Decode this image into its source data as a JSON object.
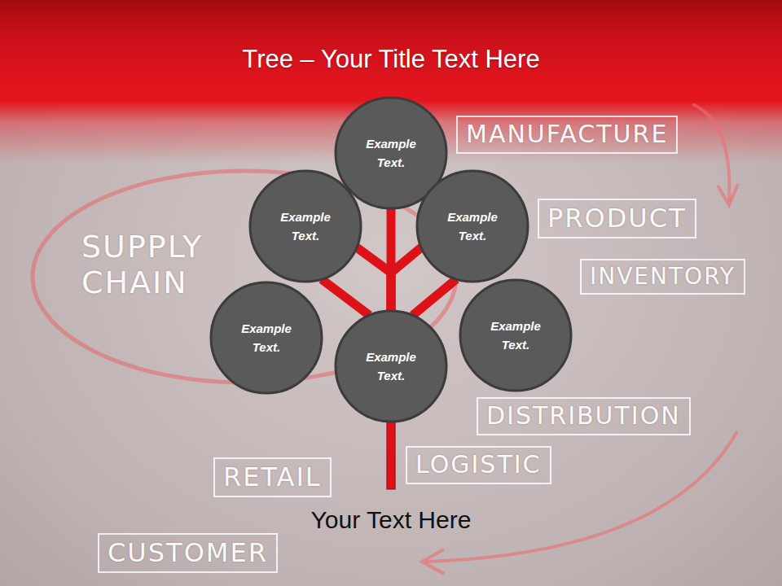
{
  "diagram": {
    "title": "Tree – Your Title Text Here",
    "caption": "Your Text Here",
    "nodes": [
      {
        "text": [
          "Example Text."
        ]
      },
      {
        "text": [
          "Example Text."
        ]
      },
      {
        "text": [
          "Example Text."
        ]
      },
      {
        "text": [
          "Example Text."
        ]
      },
      {
        "text": [
          "Example Text."
        ]
      },
      {
        "text": [
          "Example Text."
        ]
      }
    ],
    "edges": [
      {
        "from": 4,
        "to": 0,
        "arrow": "none"
      },
      {
        "from": 4,
        "to": 1,
        "arrow": "none"
      },
      {
        "from": 4,
        "to": 2,
        "arrow": "none"
      },
      {
        "from": 4,
        "to": 1,
        "arrow": "none"
      },
      {
        "from": 4,
        "to": 2,
        "arrow": "none"
      }
    ],
    "labels": [
      "SUPPLY CHAIN",
      "MANUFACTURE",
      "PRODUCT",
      "INVENTORY",
      "DISTRIBUTION",
      "LOGISTIC",
      "RETAIL",
      "CUSTOMER"
    ]
  }
}
